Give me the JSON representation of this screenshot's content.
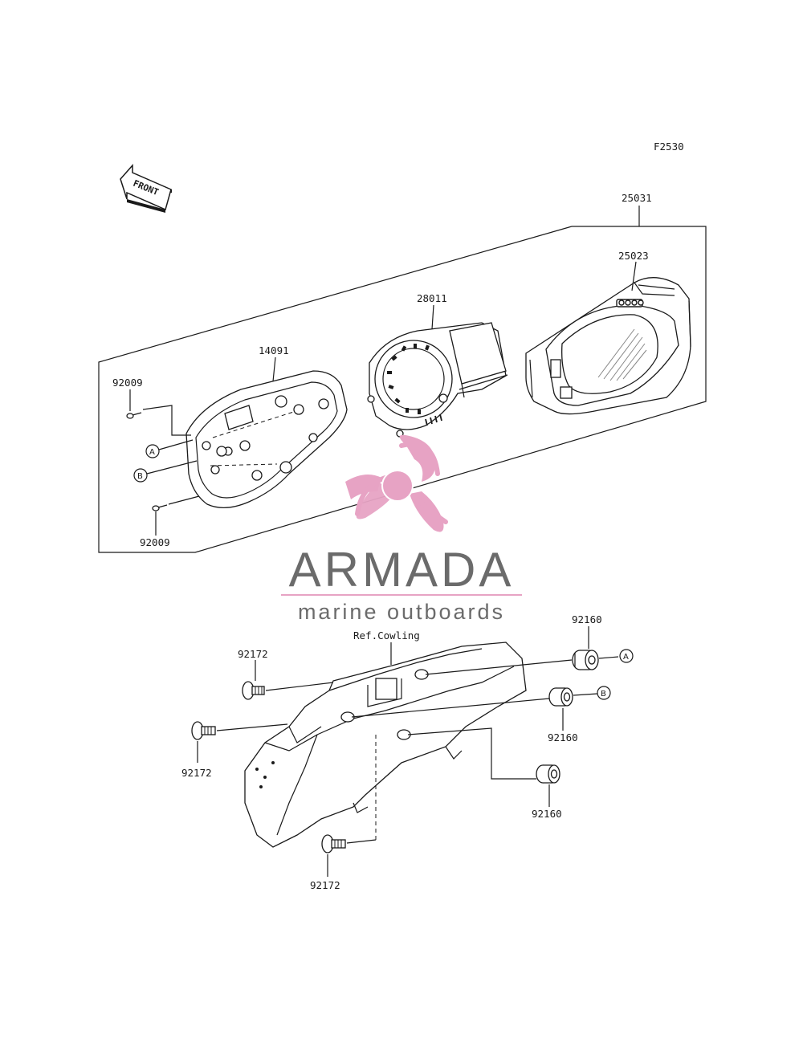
{
  "figure_code": "F2530",
  "front_arrow_text": "FRONT",
  "ref_note": "Ref.Cowling",
  "callouts": {
    "assembly": "25031",
    "cover": "25023",
    "meter_unit": "28011",
    "case": "14091",
    "screw_top": "92009",
    "screw_bottom": "92009",
    "grommet_a": "92160",
    "grommet_b": "92160",
    "grommet_c": "92160",
    "bolt_top": "92172",
    "bolt_mid": "92172",
    "bolt_bottom": "92172"
  },
  "markers": {
    "left_a": "A",
    "left_b": "B",
    "right_a": "A",
    "right_b": "B"
  },
  "watermark": {
    "brand": "ARMADA",
    "tagline": "marine outboards",
    "brand_color": "#6b6b6b",
    "accent_color": "#e7a3c4"
  }
}
